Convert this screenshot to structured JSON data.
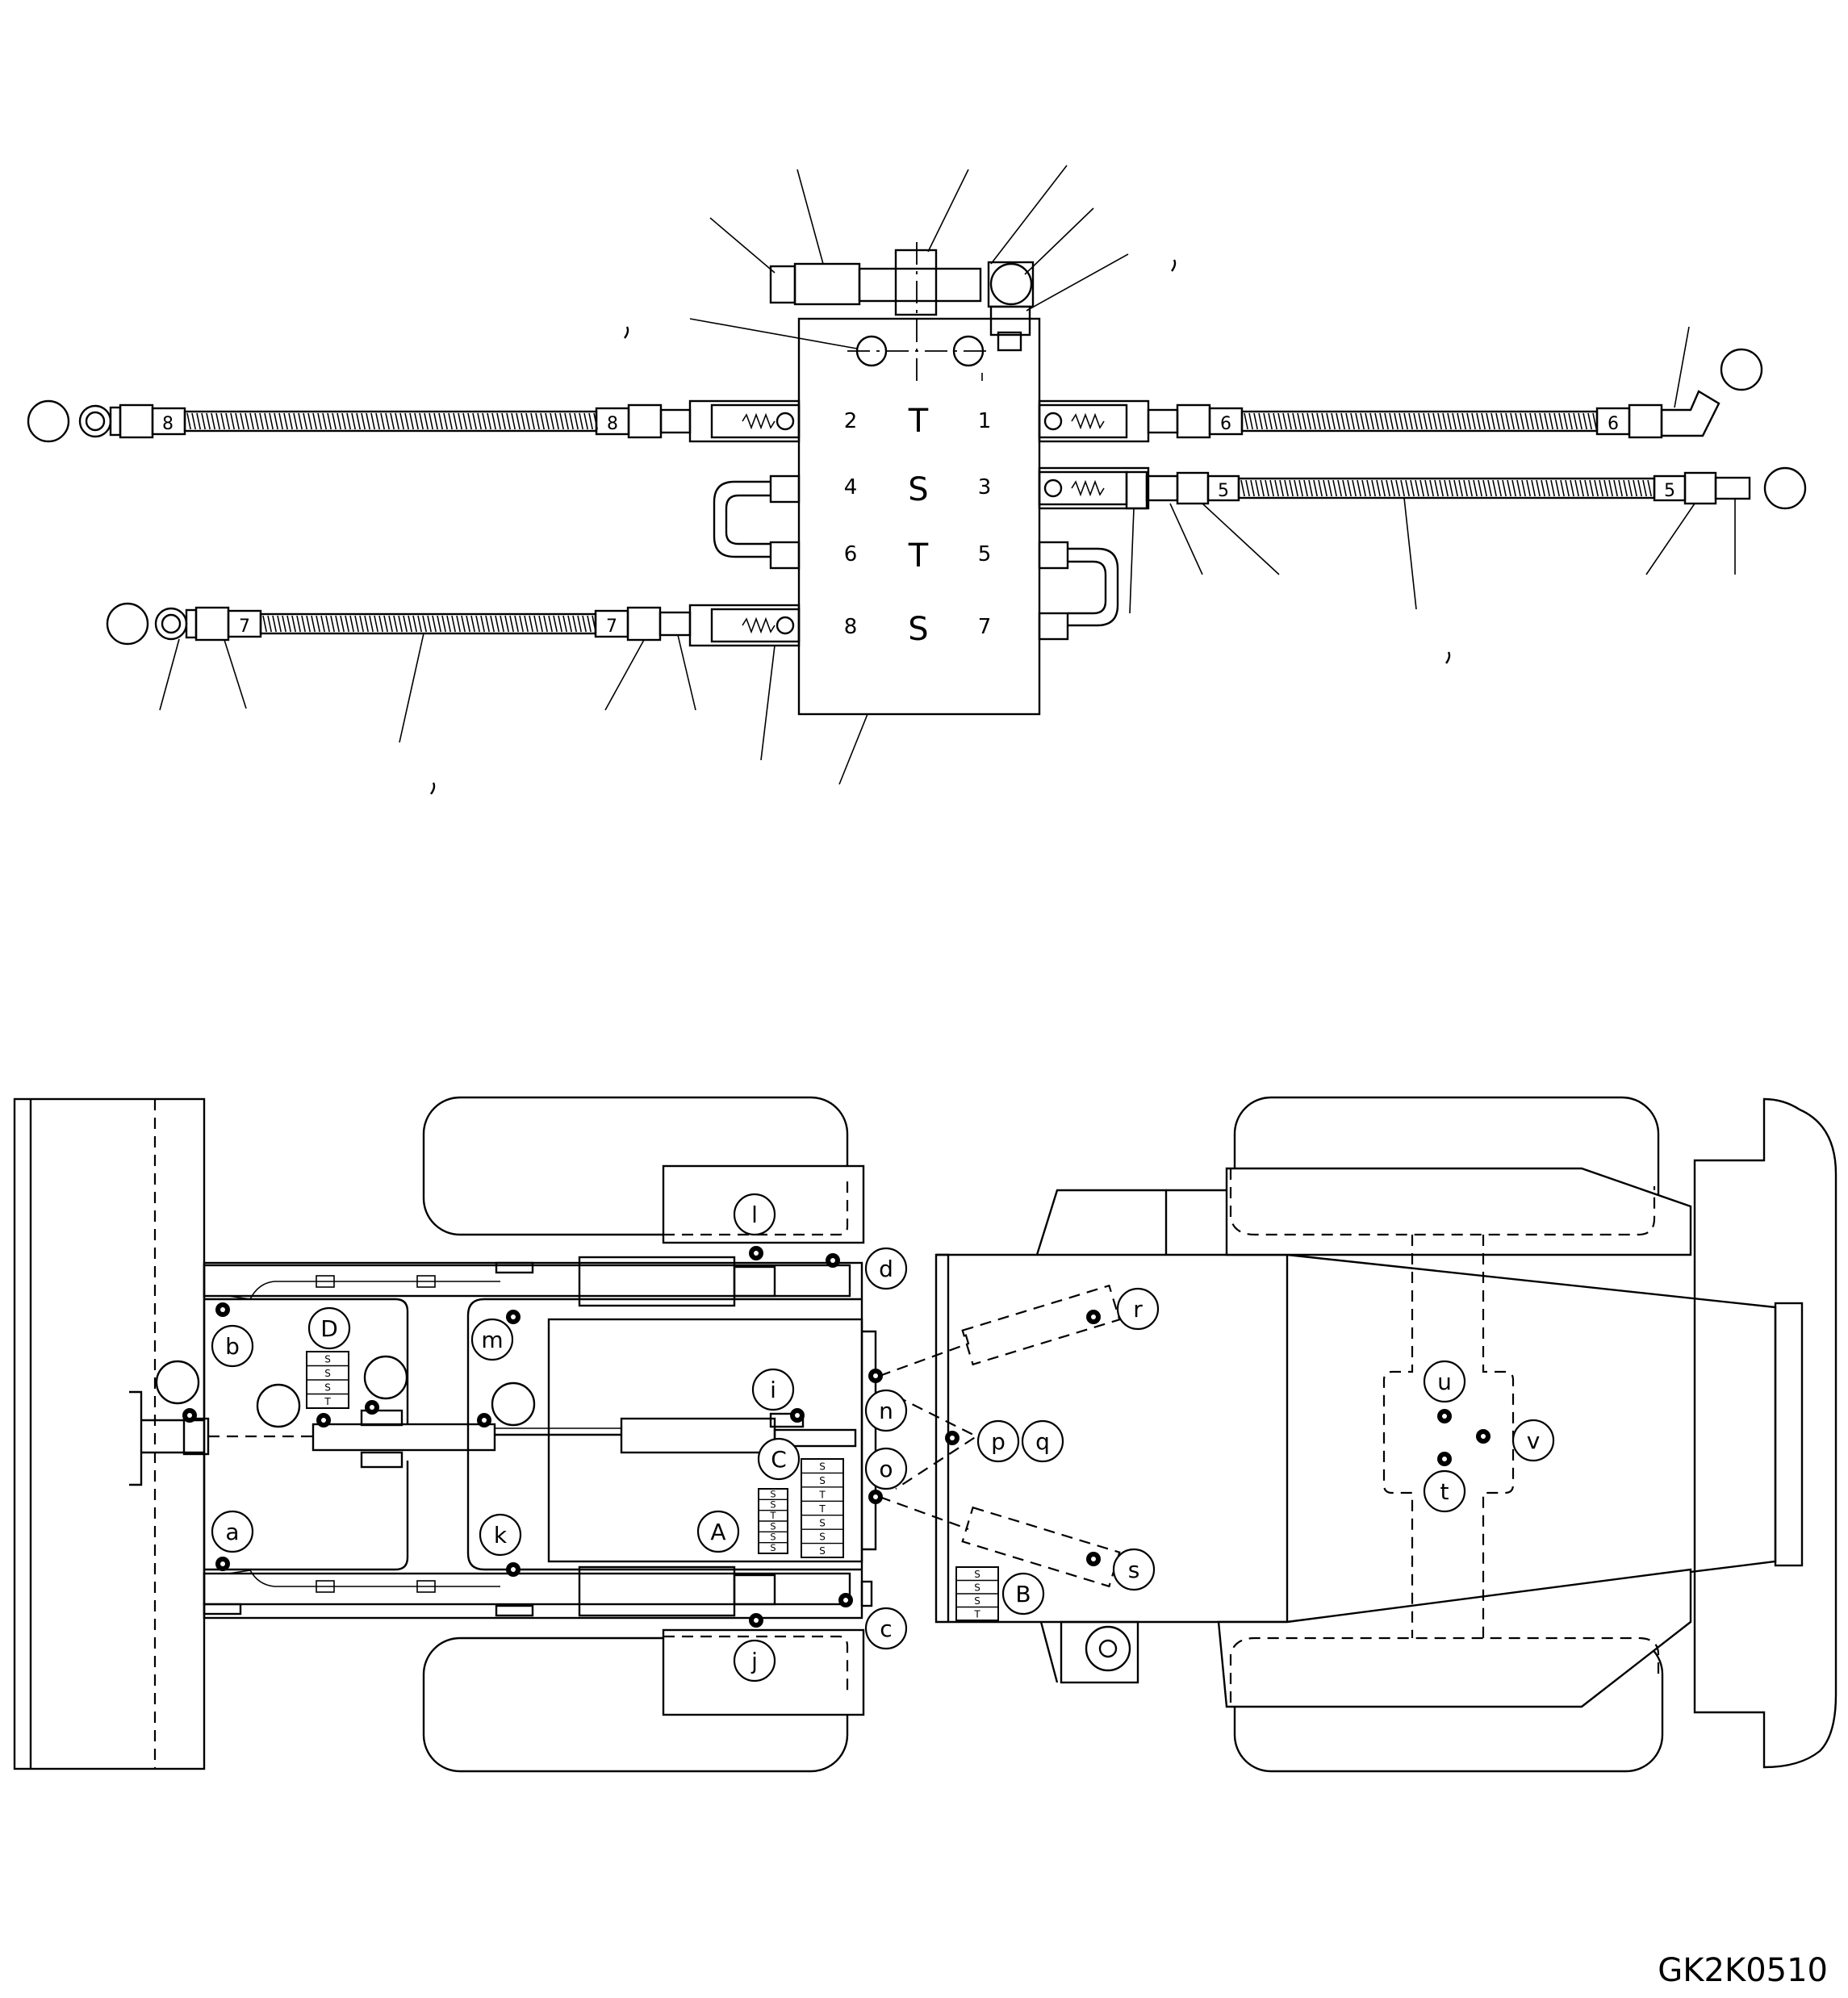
{
  "drawing_code": "GK2K0510",
  "manifold": {
    "port_numbers": [
      "1",
      "2",
      "3",
      "4",
      "5",
      "6",
      "7",
      "8"
    ],
    "row_letters": [
      "T",
      "S",
      "T",
      "S"
    ]
  },
  "hose_markers": {
    "upper_left": "8",
    "upper_right": "6",
    "middle_right": "5",
    "lower_left": "7"
  },
  "grease_points": [
    "a",
    "b",
    "c",
    "d",
    "i",
    "j",
    "k",
    "l",
    "m",
    "n",
    "o",
    "p",
    "q",
    "r",
    "s",
    "t",
    "u",
    "v"
  ],
  "blocks": [
    "A",
    "B",
    "C",
    "D"
  ],
  "block_rows": {
    "A": [
      "S",
      "S",
      "T",
      "S",
      "S",
      "S"
    ],
    "B": [
      "S",
      "S",
      "S",
      "T"
    ],
    "C": [
      "S",
      "S",
      "T",
      "T",
      "S",
      "S",
      "S"
    ],
    "D": [
      "S",
      "S",
      "S",
      "T"
    ]
  }
}
